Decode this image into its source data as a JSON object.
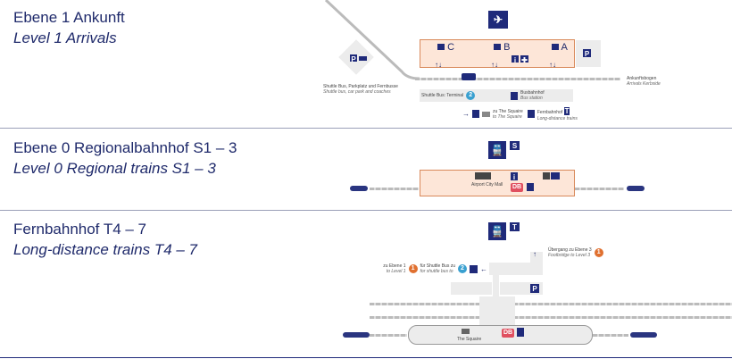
{
  "level1": {
    "title_de": "Ebene 1  Ankunft",
    "title_en": "Level 1  Arrivals",
    "gates": [
      "C",
      "B",
      "A"
    ],
    "shuttle_de": "Shuttle Bus, Parkplatz und Fernbusse",
    "shuttle_en": "Shuttle bus, car park and coaches",
    "kerbside_de": "Ankunftsbogen",
    "kerbside_en": "Arrivals Kerbside",
    "shuttle_terminal": "Shuttle Bus: Terminal",
    "shuttle_num": "2",
    "bus_de": "Busbahnhof",
    "bus_en": "Bus station",
    "squaire_de": "zu The Squaire",
    "squaire_en": "to The Squaire",
    "fern_de": "Fernbahnhof",
    "fern_badge": "T",
    "fern_en": "Long-distance trains",
    "parking": "P"
  },
  "level0": {
    "title_de": "Ebene 0  Regionalbahnhof  S1 – 3",
    "title_en": "Level 0  Regional trains  S1 – 3",
    "badge": "S",
    "mall": "Airport City Mall",
    "db": "DB"
  },
  "fern": {
    "title_de": "Fernbahnhof  T4 – 7",
    "title_en": "Long-distance trains  T4 – 7",
    "badge": "T",
    "bridge_de": "Übergang zu Ebene 3",
    "bridge_en": "Footbridge to Level 3",
    "bridge_num": "1",
    "level1_de": "zu Ebene 1",
    "level1_en": "to Level 1",
    "level1_num": "1",
    "shuttle_de": "für Shuttle Bus zu",
    "shuttle_en": "for shuttle bus to",
    "shuttle_num": "2",
    "parking": "P",
    "squaire": "The Squaire",
    "db": "DB"
  },
  "colors": {
    "navy": "#1f2a7a",
    "orange": "#e07030",
    "peach": "#fde6d8",
    "turquoise": "#3aa0d0"
  }
}
